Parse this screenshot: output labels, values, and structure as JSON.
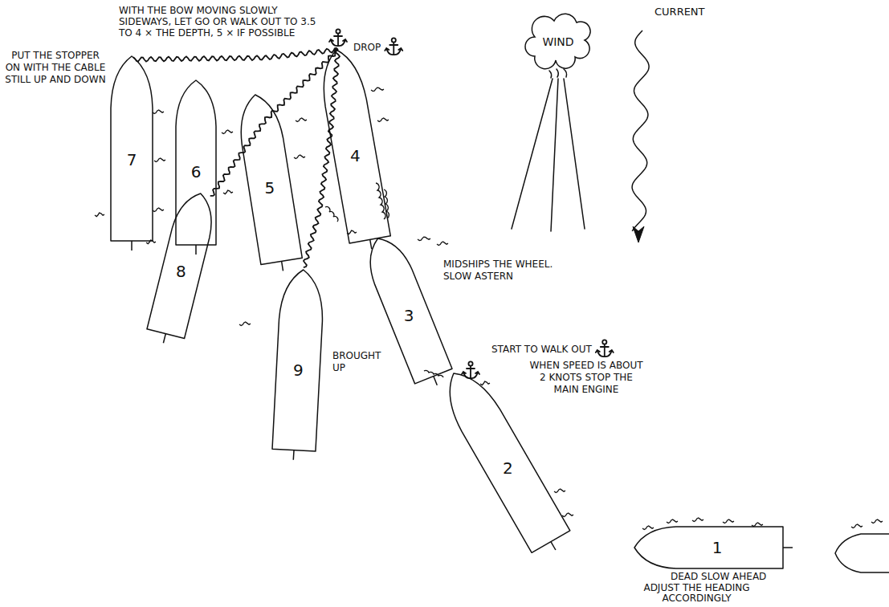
{
  "diagram": {
    "nodes": [
      {
        "text": [
          "1"
        ]
      },
      {
        "text": [
          "2"
        ]
      },
      {
        "text": [
          "3"
        ]
      },
      {
        "text": [
          "4"
        ]
      },
      {
        "text": [
          "5"
        ]
      },
      {
        "text": [
          "6"
        ]
      },
      {
        "text": [
          "7"
        ]
      },
      {
        "text": [
          "8"
        ]
      },
      {
        "text": [
          "9"
        ]
      },
      {
        "text": [
          "WIND"
        ]
      }
    ],
    "labels": [
      "WITH THE BOW MOVING SLOWLY SIDEWAYS, LET GO OR WALK OUT TO 3.5 TO 4 × THE DEPTH, 5 × IF POSSIBLE",
      "DROP",
      "PUT THE STOPPER ON WITH THE CABLE STILL UP AND DOWN",
      "CURRENT",
      "MIDSHIPS THE WHEEL. SLOW ASTERN",
      "START TO WALK OUT",
      "WHEN SPEED IS ABOUT 2 KNOTS STOP THE MAIN ENGINE",
      "BROUGHT UP",
      "DEAD SLOW AHEAD",
      "ADJUST THE HEADING ACCORDINGLY"
    ]
  }
}
